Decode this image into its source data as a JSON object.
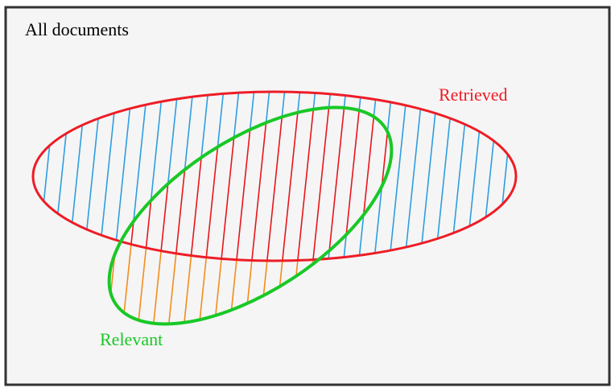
{
  "universe_label": "All documents",
  "retrieved_label": "Retrieved",
  "relevant_label": "Relevant",
  "colors": {
    "background": "#f5f5f5",
    "border": "#333333",
    "retrieved": "#ee1c25",
    "relevant": "#19c826",
    "retrieved_only_hatch": "#2d9de0",
    "intersection_hatch": "#e8151a",
    "relevant_only_hatch": "#f28c1c",
    "text": "#000000"
  }
}
